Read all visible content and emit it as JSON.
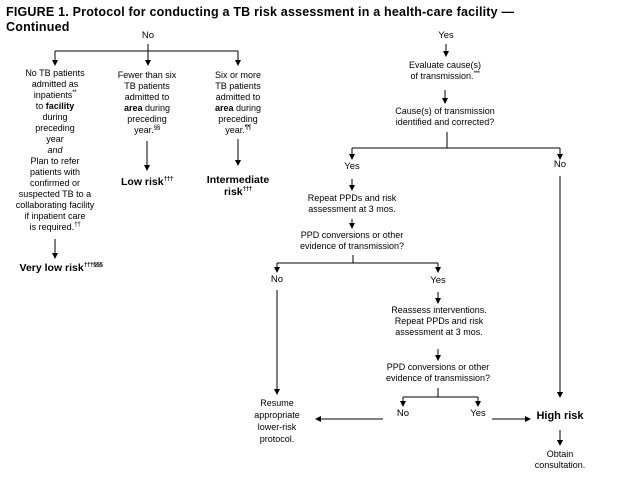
{
  "colors": {
    "text": "#000000",
    "background": "#ffffff"
  },
  "title": {
    "line1": "FIGURE 1. Protocol for conducting a TB risk assessment in a health-care facility —",
    "line2": "Continued"
  },
  "left_tree": {
    "branch_label": "No",
    "col1": {
      "l1": "No TB patients",
      "l2": "admitted as",
      "l3": "inpatients",
      "l3_sup": "**",
      "l4_pre": "to ",
      "l4_bold": "facility",
      "l5": "during",
      "l6": "preceding",
      "l7": "year",
      "l8_italic": "and",
      "l9": "Plan to refer",
      "l10": "patients with",
      "l11": "confirmed or",
      "l12": "suspected TB to a",
      "l13": "collaborating facility",
      "l14": "if inpatient care",
      "l15": "is required.",
      "l15_sup": "††",
      "result": "Very low risk",
      "result_sup": "†††§§§"
    },
    "col2": {
      "l1": "Fewer than six",
      "l2": "TB patients",
      "l3": "admitted to",
      "l4_bold": "area",
      "l4_post": " during",
      "l5": "preceding",
      "l6": "year.",
      "l6_sup": "§§",
      "result": "Low risk",
      "result_sup": "†††"
    },
    "col3": {
      "l1": "Six or more",
      "l2": "TB patients",
      "l3": "admitted to",
      "l4_bold": "area",
      "l4_post": " during",
      "l5": "preceding",
      "l6": "year.",
      "l6_sup": "¶¶",
      "result_l1": "Intermediate",
      "result_l2": "risk",
      "result_sup": "†††"
    }
  },
  "right_tree": {
    "branch_label": "Yes",
    "evaluate": {
      "l1": "Evaluate cause(s)",
      "l2": "of transmission.",
      "l2_sup": "***"
    },
    "cause_question": {
      "l1": "Cause(s) of transmission",
      "l2": "identified and corrected?"
    },
    "branch1": {
      "yes": "Yes",
      "no": "No"
    },
    "repeat_ppd": {
      "l1": "Repeat PPDs and risk",
      "l2": "assessment at 3 mos."
    },
    "ppd_question1": {
      "l1": "PPD conversions or other",
      "l2": "evidence of transmission?"
    },
    "branch2": {
      "no": "No",
      "yes": "Yes"
    },
    "reassess": {
      "l1": "Reassess interventions.",
      "l2": "Repeat PPDs and risk",
      "l3": "assessment at 3 mos."
    },
    "ppd_question2": {
      "l1": "PPD conversions or other",
      "l2": "evidence of transmission?"
    },
    "branch3": {
      "no": "No",
      "yes": "Yes"
    },
    "resume": {
      "l1": "Resume",
      "l2": "appropriate",
      "l3": "lower-risk",
      "l4": "protocol."
    },
    "high_risk": "High risk",
    "obtain": {
      "l1": "Obtain",
      "l2": "consultation."
    }
  }
}
